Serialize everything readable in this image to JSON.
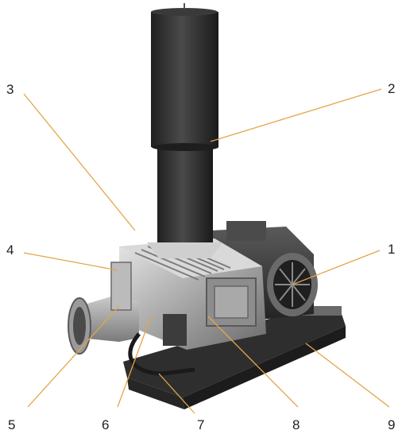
{
  "labels": {
    "n1": "1",
    "n2": "2",
    "n3": "3",
    "n4": "4",
    "n5": "5",
    "n6": "6",
    "n7": "7",
    "n8": "8",
    "n9": "9"
  },
  "colors": {
    "leader": "#e2a64a",
    "text": "#222222",
    "metal_light": "#d6d6d6",
    "metal_mid": "#9a9a9a",
    "metal_dark": "#3a3a3a",
    "stack": "#2b2b2b"
  }
}
